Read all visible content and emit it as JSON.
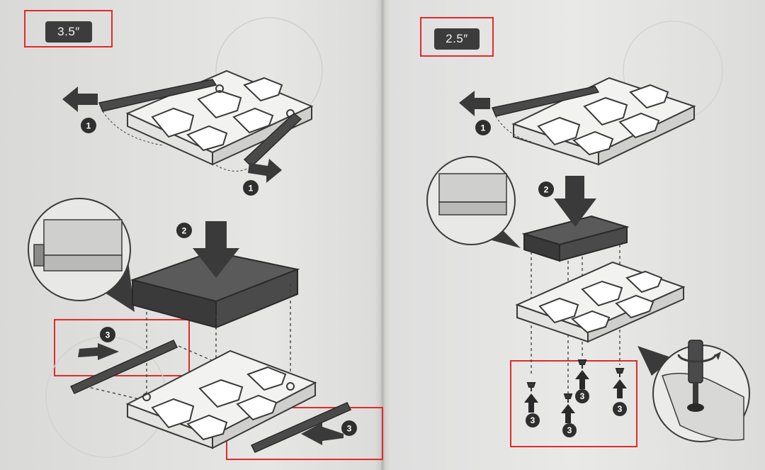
{
  "left_page": {
    "size_label": "3.5″",
    "steps": [
      {
        "id": "remove-side-rail-left",
        "number": "1"
      },
      {
        "id": "remove-side-rail-right",
        "number": "1"
      },
      {
        "id": "place-drive",
        "number": "2"
      },
      {
        "id": "attach-rail-left",
        "number": "3"
      },
      {
        "id": "attach-rail-right",
        "number": "3"
      }
    ]
  },
  "right_page": {
    "size_label": "2.5″",
    "steps": [
      {
        "id": "remove-side-rail",
        "number": "1"
      },
      {
        "id": "place-drive",
        "number": "2"
      },
      {
        "id": "screw-1",
        "number": "3"
      },
      {
        "id": "screw-2",
        "number": "3"
      },
      {
        "id": "screw-3",
        "number": "3"
      },
      {
        "id": "screw-4",
        "number": "3"
      }
    ]
  },
  "colors": {
    "highlight": "#e12b2b",
    "ink": "#3a3a3a",
    "badge": "#3c3c3c"
  }
}
